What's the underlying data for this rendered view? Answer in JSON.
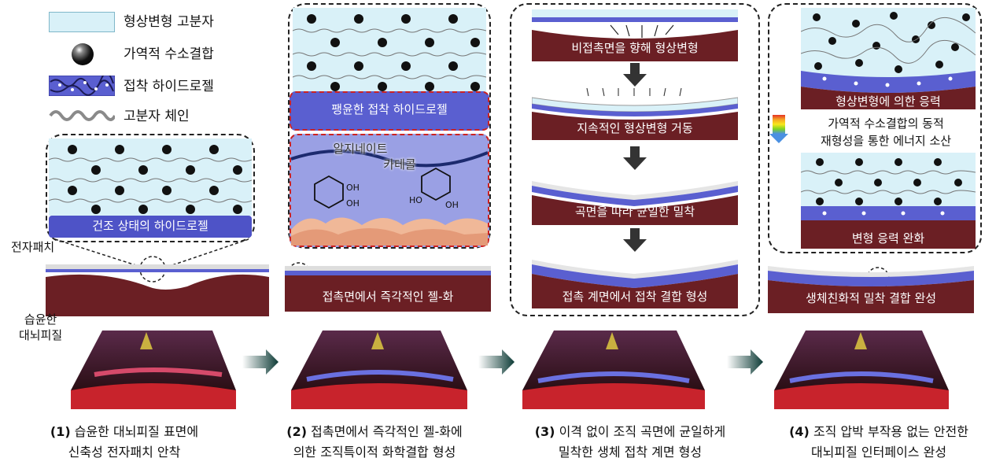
{
  "legend": [
    {
      "label": "형상변형 고분자",
      "icon": "light-blue-box"
    },
    {
      "label": "가역적 수소결합",
      "icon": "black-sphere"
    },
    {
      "label": "접착 하이드로젤",
      "icon": "blue-network-box"
    },
    {
      "label": "고분자 체인",
      "icon": "wavy-line"
    }
  ],
  "panel1": {
    "inset_label": "건조 상태의 하이드로젤",
    "device_label": "전자패치",
    "tissue_label_line1": "습윤한",
    "tissue_label_line2": "대뇌피질"
  },
  "panel2": {
    "swollen_label": "팽윤한 접착 하이드로젤",
    "alginate_label": "알지네이트",
    "catechol_label": "카테콜",
    "bar_label": "접촉면에서 즉각적인 젤-화"
  },
  "panel3": {
    "steps": [
      "비접촉면을 향해 형상변형",
      "지속적인 형상변형 거동",
      "곡면을 따라 균일한 밀착",
      "접촉 계면에서 접착 결합 형성"
    ]
  },
  "panel4": {
    "stress_label": "형상변형에 의한 응력",
    "dissipation_line1": "가역적 수소결합의 동적",
    "dissipation_line2": "재형성을 통한 에너지 소산",
    "relax_label": "변형 응력 완화",
    "bar_label": "생체친화적 밀착 결합 완성"
  },
  "captions": [
    {
      "num": "(1)",
      "line1": "습윤한 대뇌피질 표면에",
      "line2": "신축성 전자패치 안착"
    },
    {
      "num": "(2)",
      "line1": "접촉면에서 즉각적인 젤-화에",
      "line2": "의한 조직특이적 화학결합 형성"
    },
    {
      "num": "(3)",
      "line1": "이격 없이 조직 곡면에 균일하게",
      "line2": "밀착한 생체 접착 계면 형성"
    },
    {
      "num": "(4)",
      "line1": "조직 압박 부작용 없는 안전한",
      "line2": "대뇌피질 인터페이스 완성"
    }
  ],
  "colors": {
    "shape_polymer": "#d9f1f8",
    "hydrogel": "#5a5fd0",
    "tissue": "#6b1f24",
    "tissue_red": "#c8232c",
    "arrow": "#333333"
  }
}
